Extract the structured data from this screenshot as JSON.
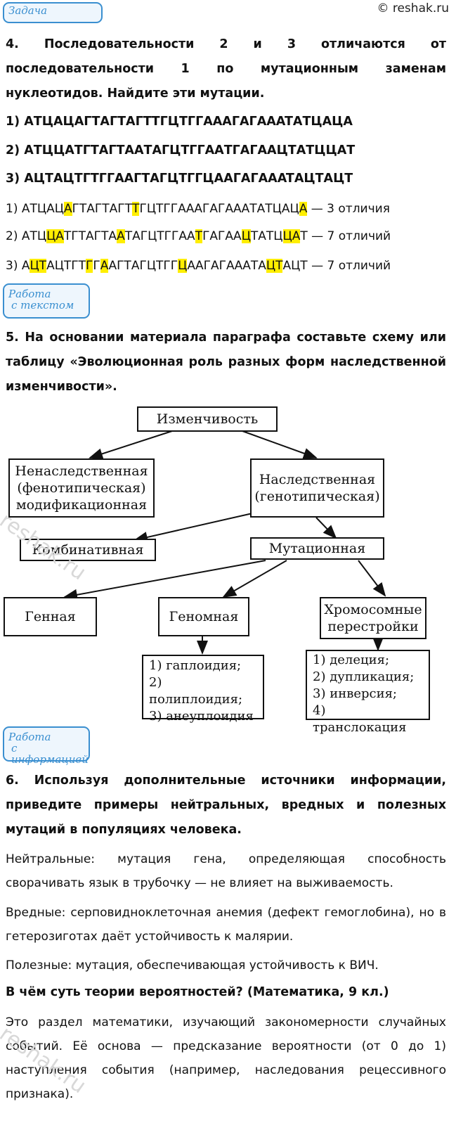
{
  "header": {
    "tag_task": "Задача",
    "site": "© reshak.ru"
  },
  "q4": {
    "question": "4. Последовательности 2 и 3 отличаются от последовательности 1 по мутационным заменам нуклеотидов. Найдите эти мутации.",
    "seq1": "1) АТЦАЦАГТАГТАГТТГЦТГГААAГАГААATАТЦАЦА",
    "seq2": "2) АТЦЦАТГТАГТААТАГЦТГГААТГАГААЦТАТЦЦАТ",
    "seq3": "3) АЦТАЦТГТГГААГТАГЦТГГЦААГАГААATАЦТАЦТ",
    "ans1": [
      "1) АТЦАЦ",
      "А",
      "ГТАГТАГТ",
      "Т",
      "ГЦТГГАААГАГАААТАТЦАЦ",
      "А",
      " — 3 отличия"
    ],
    "ans2": [
      "2) АТЦ",
      "ЦА",
      "ТГТАГТА",
      "А",
      "ТАГЦТГГАА",
      "Т",
      "ГАГАА",
      "Ц",
      "ТАТЦ",
      "ЦА",
      "Т — 7 отличий"
    ],
    "ans3": [
      "3) А",
      "ЦТ",
      "АЦТГТ",
      "Г",
      "Г",
      "А",
      "АГТАГЦТГГ",
      "Ц",
      "ААГАГАААТА",
      "ЦТ",
      "АЦТ — 7 отличий"
    ]
  },
  "tag_text": [
    "Работа",
    "с текстом"
  ],
  "q5": {
    "question": "5. На основании материала параграфа составьте схему или таблицу «Эволюционная роль разных форм наследственной изменчивости»."
  },
  "diagram": {
    "root": "Изменчивость",
    "nonhered": [
      "Ненаследственная",
      "(фенотипическая)",
      "модификационная"
    ],
    "hered": [
      "Наследственная",
      "(генотипическая)"
    ],
    "combinative": "Комбинативная",
    "mutational": "Мутационная",
    "gene": "Генная",
    "genome": "Геномная",
    "chromosomal": [
      "Хромосомные",
      "перестройки"
    ],
    "genome_list": [
      "1)  гаплоидия;",
      "2)  полиплоидия;",
      "3)  анеуплоидия"
    ],
    "chrom_list": [
      "1)  делеция;",
      "2)  дупликация;",
      "3)  инверсия;",
      "4)  транслокация"
    ]
  },
  "tag_info": [
    "Работа",
    "с информацией"
  ],
  "q6": {
    "question": "6. Используя дополнительные источники информации, приведите примеры нейтральных, вредных и полезных мутаций в популяциях человека.",
    "neutral": "Нейтральные: мутация гена, определяющая способность сворачивать язык в трубочку — не влияет на выживаемость.",
    "harmful": "Вредные: серповидноклеточная анемия (дефект гемоглобина), но в гетерозиготах даёт устойчивость к малярии.",
    "useful": "Полезные: мутация, обеспечивающая устойчивость к ВИЧ."
  },
  "math": {
    "question": "В чём суть теории вероятностей? (Математика, 9 кл.)",
    "answer": "Это раздел математики, изучающий закономерности случайных событий. Её основа — предсказание вероятности (от 0 до 1) наступления события (например, наследования рецессивного признака)."
  },
  "watermark": "reshak.ru"
}
